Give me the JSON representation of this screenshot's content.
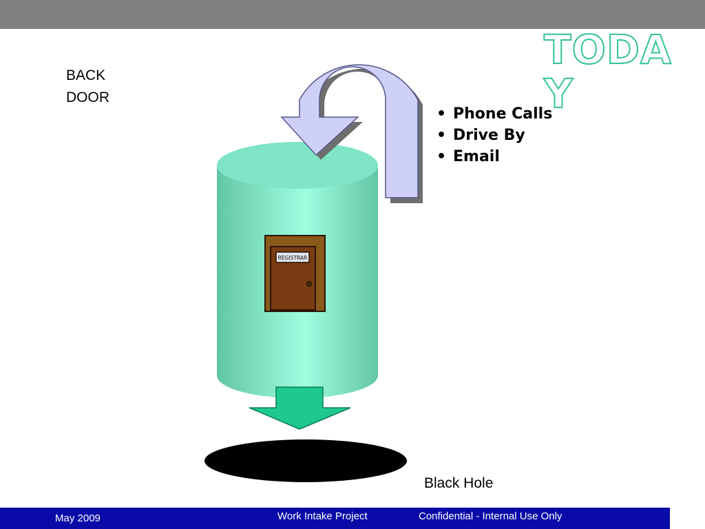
{
  "slide": {
    "title": "TODAY",
    "back_door_label": "BACK DOOR",
    "bullets": [
      "Phone Calls",
      "Drive By",
      "Email"
    ],
    "black_hole_label": "Black Hole",
    "door_sign": "REGISTRAR"
  },
  "footer": {
    "date": "May 2009",
    "project": "Work Intake Project",
    "confidentiality": "Confidential - Internal Use Only"
  },
  "colors": {
    "header_bar": "#808080",
    "footer_bar": "#0a0aa8",
    "cylinder": "#7fe5c6",
    "arrow": "#cfd0f7",
    "down_arrow": "#1ec88f",
    "title_outline": "#34c29a"
  }
}
